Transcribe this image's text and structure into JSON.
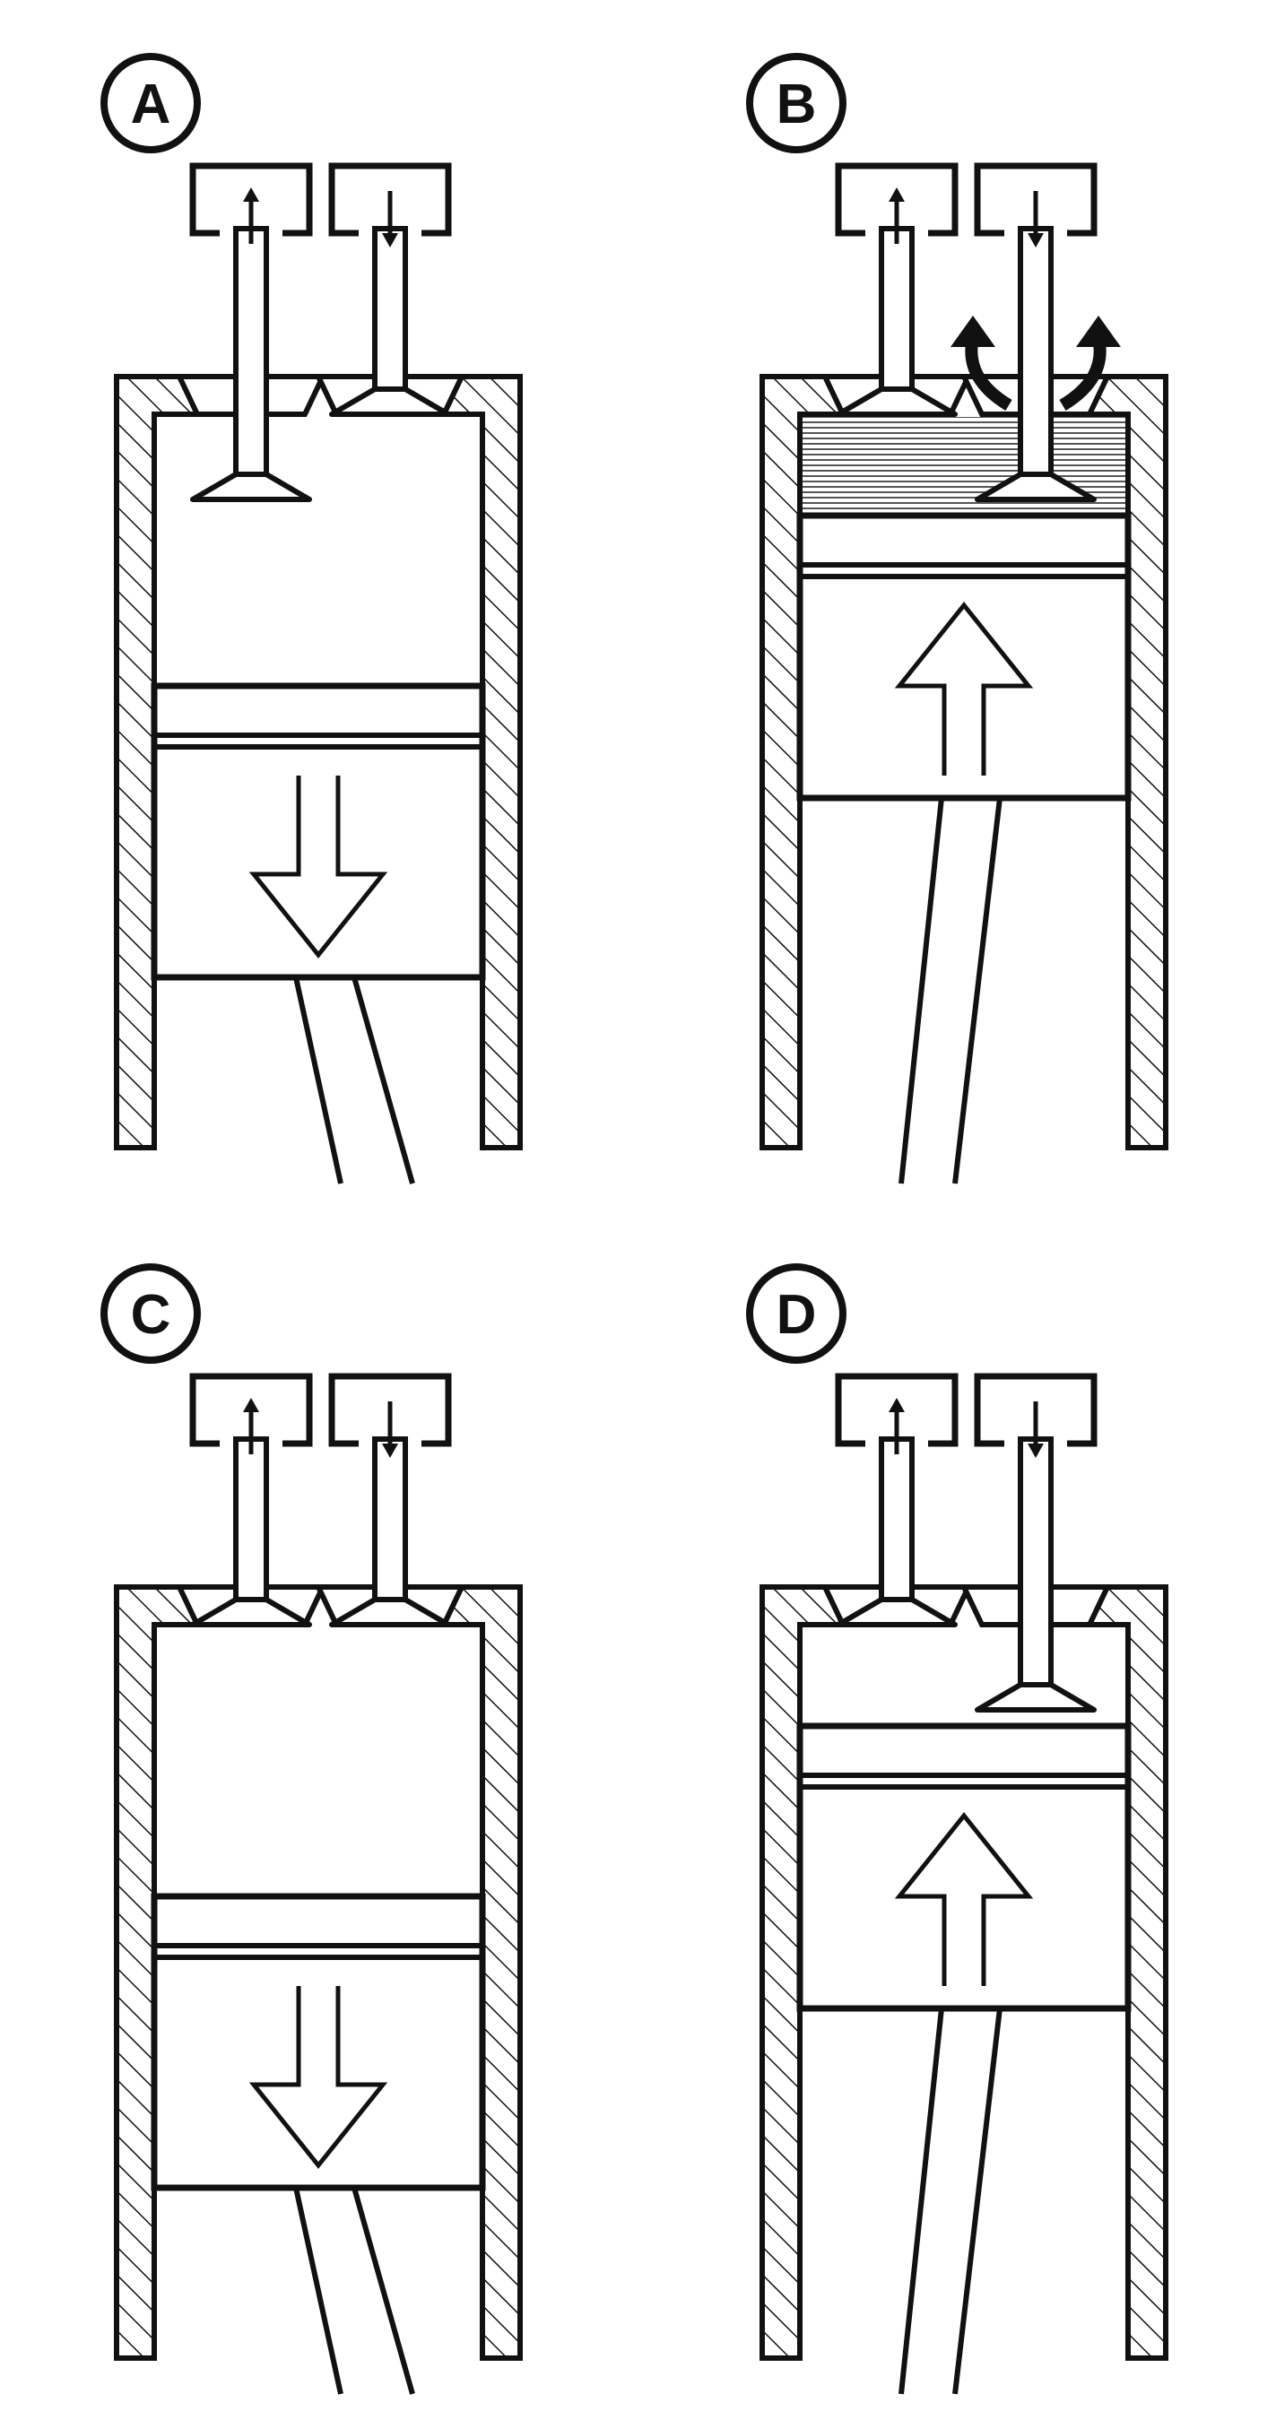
{
  "colors": {
    "ink": "#111111",
    "paper": "#ffffff",
    "combustion_hatch": "#555555"
  },
  "panels": [
    {
      "label": "A",
      "intake_valve_state": "open",
      "exhaust_valve_state": "closed",
      "piston_direction": "down",
      "left_port_arrow": "up",
      "right_port_arrow": "down",
      "combustion_shading": false,
      "exhaust_flow_arrows": false
    },
    {
      "label": "B",
      "intake_valve_state": "closed",
      "exhaust_valve_state": "open",
      "piston_direction": "up",
      "left_port_arrow": "up",
      "right_port_arrow": "down",
      "combustion_shading": true,
      "exhaust_flow_arrows": true
    },
    {
      "label": "C",
      "intake_valve_state": "closed",
      "exhaust_valve_state": "closed",
      "piston_direction": "down",
      "left_port_arrow": "up",
      "right_port_arrow": "down",
      "combustion_shading": false,
      "exhaust_flow_arrows": false
    },
    {
      "label": "D",
      "intake_valve_state": "closed",
      "exhaust_valve_state": "open",
      "piston_direction": "up",
      "left_port_arrow": "up",
      "right_port_arrow": "down",
      "combustion_shading": false,
      "exhaust_flow_arrows": false
    }
  ]
}
